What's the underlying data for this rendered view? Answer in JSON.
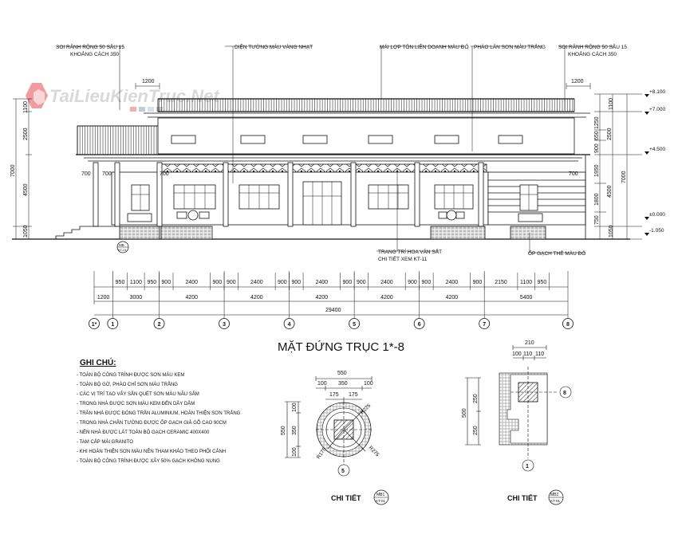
{
  "watermark": {
    "text": "TaiLieuKienTruc.Net"
  },
  "title": "MẶT ĐỨNG TRỤC 1*-8",
  "labels": {
    "soi_left_1": "SOI RÃNH RỘNG 50 SÂU 15",
    "soi_left_2": "KHOẢNG CÁCH 350",
    "dien_tuong": "DIỆN TƯỜNG MÀU VÀNG NHẠT",
    "mai_lop": "MÁI LỢP TÔN LIÊN DOANH MÀU ĐỎ",
    "phao_lan": "PHÀO LĂN SƠN MÀU TRẮNG",
    "soi_right_1": "SOI RÃNH RỘNG 50 SÂU 15",
    "soi_right_2": "KHOẢNG CÁCH 350",
    "trang_tri_1": "TRANG TRÍ HOA VĂN SẮT",
    "trang_tri_2": "CHI TIẾT XEM KT-11",
    "op_gach": "ỐP GẠCH THẺ MÀU ĐỎ"
  },
  "top_dims": {
    "left": "1200",
    "right": "1200"
  },
  "left_dims": [
    "1100",
    "2500",
    "4500",
    "1050"
  ],
  "left_total": "7000",
  "right_dims": [
    "1100",
    "1250",
    "650",
    "900",
    "1950",
    "1800",
    "750",
    "1050"
  ],
  "right_sub": [
    "2500",
    "4500"
  ],
  "right_total": "7000",
  "levels": [
    "+8.100",
    "+7.000",
    "+4.500",
    "±0.000",
    "-1.050"
  ],
  "small_700": [
    "700",
    "700",
    "700"
  ],
  "callout_mb": {
    "top": "MB",
    "bottom": "KT-01"
  },
  "dim_row1": [
    "950",
    "1100",
    "950",
    "900",
    "2400",
    "900",
    "900",
    "2400",
    "900",
    "900",
    "2400",
    "900",
    "900",
    "2400",
    "900",
    "900",
    "2400",
    "900",
    "2150",
    "1100",
    "950"
  ],
  "dim_row2": [
    "1200",
    "3000",
    "4200",
    "4200",
    "4200",
    "4200",
    "4200",
    "5400"
  ],
  "dim_total": "29400",
  "axes": [
    "1*",
    "1",
    "2",
    "3",
    "4",
    "5",
    "6",
    "7",
    "8"
  ],
  "notes": {
    "header": "GHI CHÚ:",
    "items": [
      "- TOÀN BỘ CÔNG TRÌNH ĐƯỢC SƠN MÀU KEM",
      "- TOÀN BỘ GỜ, PHÀO CHỈ SƠN MÀU TRẮNG",
      "- CÁC VỊ TRÍ TẠO VẨY SẪN QUÉT SƠN MÀU NÂU SẪM",
      "- TRONG NHÀ ĐƯỢC SƠN MÀU KEM ĐẾN DẦY DẦM",
      "- TRẦN NHÀ ĐƯỢC ĐÓNG TRẦN ALUMINIUM, HOÀN THIỆN SƠN TRẮNG",
      "- TRONG NHÀ CHÂN TƯỜNG ĐƯỢC ỐP GẠCH GIẢ GỖ CAO 90CM",
      "- NỀN NHÀ ĐƯỢC LÁT TOÀN BỘ GẠCH CERAMIC 400X400",
      "- TAM CẤP MÀI GRANITO",
      "- KHI HOÀN THIỆN SƠN MÀU NÊN THAM KHẢO THEO PHỐI CẢNH",
      "- TOÀN BỘ CÔNG TRÌNH ĐƯỢC XÂY 50% GẠCH KHÔNG NUNG"
    ]
  },
  "detail1": {
    "top": "550",
    "row": [
      "100",
      "350",
      "100"
    ],
    "row2": [
      "175",
      "175"
    ],
    "left_total": "550",
    "left": [
      "100",
      "350",
      "100"
    ],
    "r1": "R225",
    "r2": "R175",
    "r3": "R275",
    "axis": "5",
    "caption": "CHI TIẾT",
    "ref_top": "MB1",
    "ref_bottom": "KT-01"
  },
  "detail2": {
    "top": "210",
    "row": [
      "100",
      "110",
      "110"
    ],
    "left_total": "500",
    "left": [
      "250",
      "250"
    ],
    "axis_right": "8",
    "axis_bottom": "1",
    "caption": "CHI TIẾT",
    "ref_top": "MB2",
    "ref_bottom": "KT-01"
  }
}
